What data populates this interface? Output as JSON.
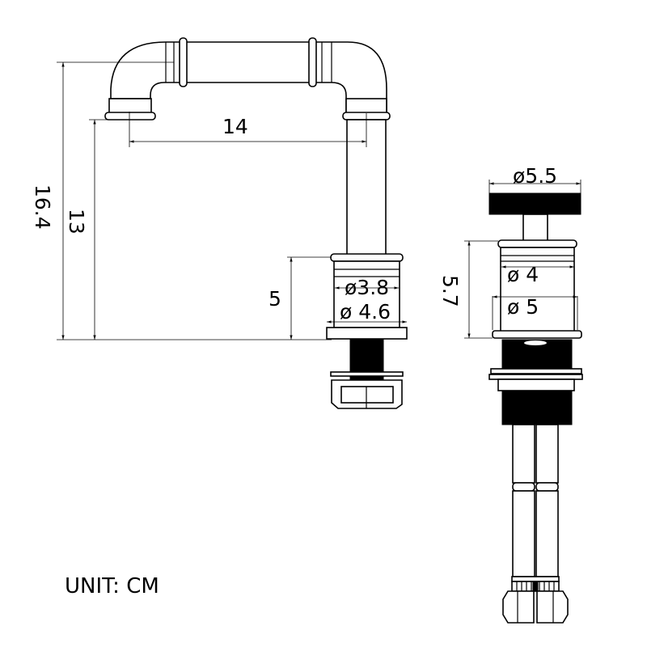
{
  "dimensions": {
    "spout_reach": "14",
    "spout_height": "13",
    "total_height": "16.4",
    "base_height": "5",
    "base_inner_diameter": "ø3.8",
    "base_outer_diameter": "ø 4.6",
    "handle_diameter": "ø5.5",
    "handle_height": "5.7",
    "handle_body_inner_diameter": "ø 4",
    "handle_body_outer_diameter": "ø 5"
  },
  "unit_label": "UNIT: CM",
  "colors": {
    "line": "#000000",
    "background": "#ffffff"
  }
}
